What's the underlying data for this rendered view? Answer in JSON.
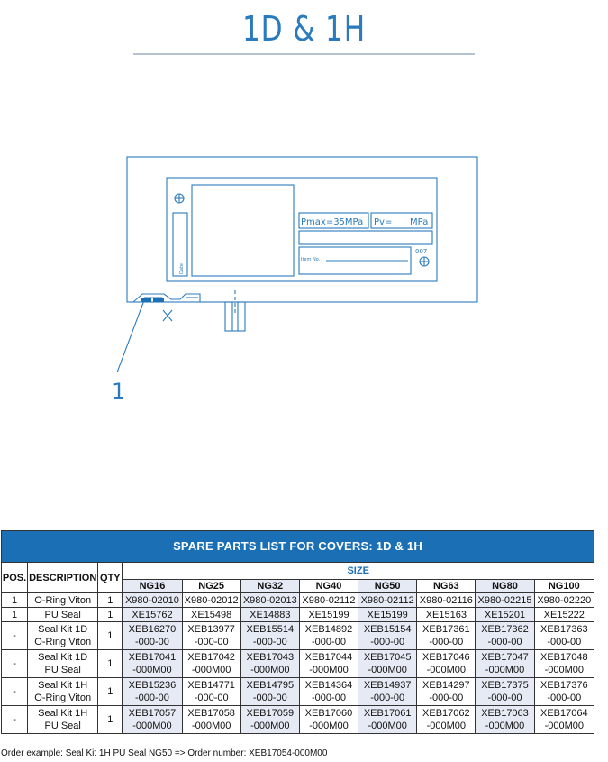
{
  "title": "1D & 1H",
  "drawing": {
    "plate_pmax": "Pmax=35MPa",
    "plate_pv": "Pv=",
    "plate_pv_unit": "MPa",
    "plate_item_no": "Item No.",
    "plate_code": "007",
    "plate_date": "Date",
    "mark_x": "X",
    "callout": "1"
  },
  "table": {
    "banner": "SPARE PARTS LIST FOR COVERS: 1D & 1H",
    "headers": {
      "pos": "POS.",
      "description": "DESCRIPTION",
      "qty": "QTY",
      "size": "SIZE"
    },
    "sizes": [
      "NG16",
      "NG25",
      "NG32",
      "NG40",
      "NG50",
      "NG63",
      "NG80",
      "NG100"
    ],
    "rows": [
      {
        "pos": "1",
        "desc1": "O-Ring Viton",
        "desc2": "",
        "qty": "1",
        "codes": [
          [
            "X980-02010",
            ""
          ],
          [
            "X980-02012",
            ""
          ],
          [
            "X980-02013",
            ""
          ],
          [
            "X980-02112",
            ""
          ],
          [
            "X980-02112",
            ""
          ],
          [
            "X980-02116",
            ""
          ],
          [
            "X980-02215",
            ""
          ],
          [
            "X980-02220",
            ""
          ]
        ]
      },
      {
        "pos": "1",
        "desc1": "PU Seal",
        "desc2": "",
        "qty": "1",
        "codes": [
          [
            "XE15762",
            ""
          ],
          [
            "XE15498",
            ""
          ],
          [
            "XE14883",
            ""
          ],
          [
            "XE15199",
            ""
          ],
          [
            "XE15199",
            ""
          ],
          [
            "XE15163",
            ""
          ],
          [
            "XE15201",
            ""
          ],
          [
            "XE15222",
            ""
          ]
        ]
      },
      {
        "pos": "-",
        "desc1": "Seal Kit 1D",
        "desc2": "O-Ring Viton",
        "qty": "1",
        "codes": [
          [
            "XEB16270",
            "-000-00"
          ],
          [
            "XEB13977",
            "-000-00"
          ],
          [
            "XEB15514",
            "-000-00"
          ],
          [
            "XEB14892",
            "-000-00"
          ],
          [
            "XEB15154",
            "-000-00"
          ],
          [
            "XEB17361",
            "-000-00"
          ],
          [
            "XEB17362",
            "-000-00"
          ],
          [
            "XEB17363",
            "-000-00"
          ]
        ]
      },
      {
        "pos": "-",
        "desc1": "Seal Kit 1D",
        "desc2": "PU Seal",
        "qty": "1",
        "codes": [
          [
            "XEB17041",
            "-000M00"
          ],
          [
            "XEB17042",
            "-000M00"
          ],
          [
            "XEB17043",
            "-000M00"
          ],
          [
            "XEB17044",
            "-000M00"
          ],
          [
            "XEB17045",
            "-000M00"
          ],
          [
            "XEB17046",
            "-000M00"
          ],
          [
            "XEB17047",
            "-000M00"
          ],
          [
            "XEB17048",
            "-000M00"
          ]
        ]
      },
      {
        "pos": "-",
        "desc1": "Seal Kit 1H",
        "desc2": "O-Ring Viton",
        "qty": "1",
        "codes": [
          [
            "XEB15236",
            "-000-00"
          ],
          [
            "XEB14771",
            "-000-00"
          ],
          [
            "XEB14795",
            "-000-00"
          ],
          [
            "XEB14364",
            "-000-00"
          ],
          [
            "XEB14937",
            "-000-00"
          ],
          [
            "XEB14297",
            "-000-00"
          ],
          [
            "XEB17375",
            "-000-00"
          ],
          [
            "XEB17376",
            "-000-00"
          ]
        ]
      },
      {
        "pos": "-",
        "desc1": "Seal Kit 1H",
        "desc2": "PU Seal",
        "qty": "1",
        "codes": [
          [
            "XEB17057",
            "-000M00"
          ],
          [
            "XEB17058",
            "-000M00"
          ],
          [
            "XEB17059",
            "-000M00"
          ],
          [
            "XEB17060",
            "-000M00"
          ],
          [
            "XEB17061",
            "-000M00"
          ],
          [
            "XEB17062",
            "-000M00"
          ],
          [
            "XEB17063",
            "-000M00"
          ],
          [
            "XEB17064",
            "-000M00"
          ]
        ]
      }
    ]
  },
  "order_example": "Order example: Seal Kit 1H PU Seal NG50 => Order number: XEB17054-000M00",
  "colors": {
    "accent": "#1a6fb5",
    "line": "#2a7bbd",
    "shade": "#e6eaf4"
  }
}
